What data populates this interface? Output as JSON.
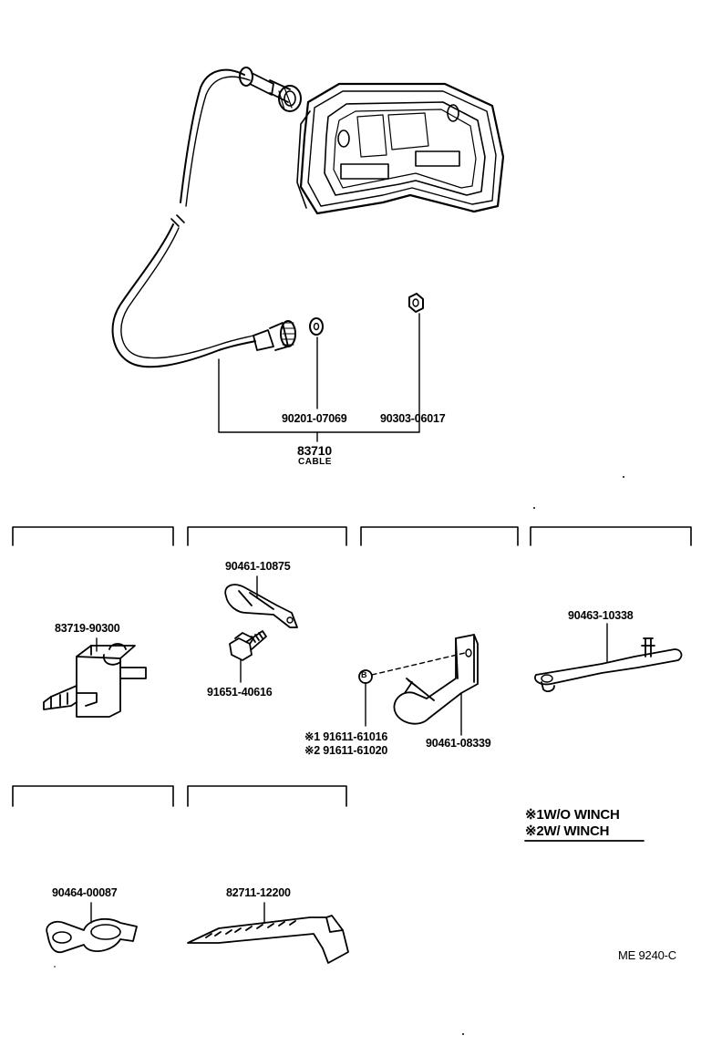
{
  "labels": {
    "p90201": "90201-07069",
    "p90303": "90303-06017",
    "cable_no": "83710",
    "cable_name": "CABLE",
    "p90461a": "90461-10875",
    "p83719": "83719-90300",
    "p91651": "91651-40616",
    "p91611_1": "※1 91611-61016",
    "p91611_2": "※2 91611-61020",
    "p90461b": "90461-08339",
    "p90463": "90463-10338",
    "p90464": "90464-00087",
    "p82711": "82711-12200",
    "bolt_symbol": "B"
  },
  "legend": {
    "note1": "※1W/O WINCH",
    "note2": "※2W/ WINCH"
  },
  "footer": {
    "drawing_code": "ME  9240-C"
  }
}
